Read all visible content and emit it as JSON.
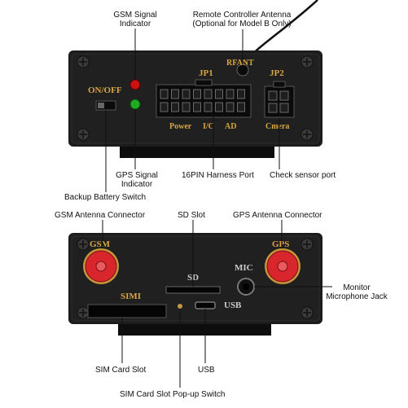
{
  "top_device": {
    "panel_labels": {
      "on_off": "ON/OFF",
      "jp1": "JP1",
      "jp2": "JP2",
      "rfant": "RFANT",
      "power": "Power",
      "io": "I/C",
      "ad": "AD",
      "camera": "Cmera"
    },
    "callouts": {
      "gsm_signal_line1": "GSM Signal",
      "gsm_signal_line2": "Indicator",
      "remote_line1": "Remote Controller Antenna",
      "remote_line2": "(Optional for Model B Only)",
      "gps_signal_line1": "GPS Signal",
      "gps_signal_line2": "Indicator",
      "harness": "16PIN Harness Port",
      "sensor": "Check sensor port",
      "backup": "Backup Battery Switch"
    },
    "colors": {
      "body": "#1a1a1a",
      "label_gold": "#d9a441",
      "led_red": "#cc1111",
      "led_green": "#22aa22"
    }
  },
  "bottom_device": {
    "panel_labels": {
      "gsm": "GSM",
      "gps": "GPS",
      "sd": "SD",
      "mic": "MIC",
      "simi": "SIMI",
      "usb": "USB"
    },
    "callouts": {
      "gsm_antenna": "GSM Antenna Connector",
      "sd_slot": "SD Slot",
      "gps_antenna": "GPS Antenna Connector",
      "monitor_line1": "Monitor",
      "monitor_line2": "Microphone Jack",
      "sim_slot": "SIM Card Slot",
      "usb": "USB",
      "sim_popup": "SIM Card Slot Pop-up Switch"
    },
    "colors": {
      "connector_red": "#d8262c",
      "connector_gold": "#c8963a"
    }
  }
}
